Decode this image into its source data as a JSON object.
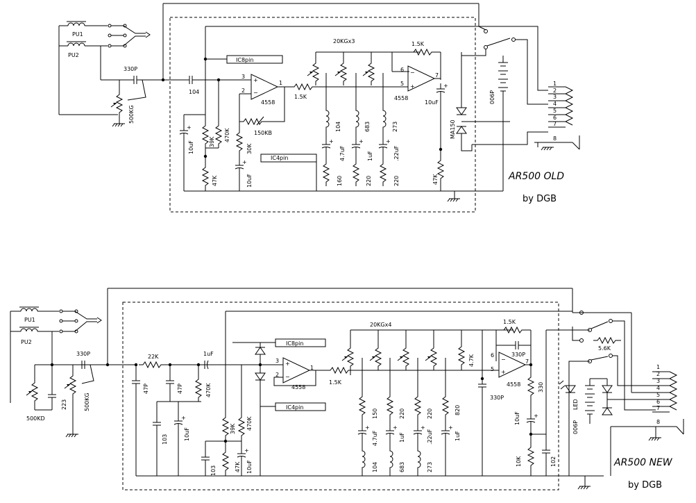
{
  "old": {
    "title": "AR500 OLD",
    "author": "by DGB",
    "pickups": [
      "PU1",
      "PU2"
    ],
    "labels": {
      "c_in": "330P",
      "pot_vol": "500KG",
      "c_cpl": "104",
      "ic8": "IC8pin",
      "ic4": "IC4pin",
      "opamp1": "4558",
      "opamp2": "4558",
      "r_bias1": "39K",
      "r_bias2": "470K",
      "r_gnd": "47K",
      "c_bias": "10uF",
      "r_fb": "30K",
      "pot_gain": "150KB",
      "c_fb": "10uF",
      "r_ser": "1.5K",
      "pots": "20KGx3",
      "r_top": "1.5K",
      "c_out": "10uF",
      "r_out": "47K",
      "diode": "MA150",
      "battery": "006P",
      "ind": [
        "104",
        "683",
        "273"
      ],
      "cap": [
        "4.7uF",
        "1uF",
        ".22uF"
      ],
      "res": [
        "160",
        "220",
        "220"
      ],
      "pin_in_p": "3",
      "pin_in_n": "2",
      "pin_out1": "1",
      "pin6": "6",
      "pin5": "5",
      "pin7": "7",
      "jack": [
        "1",
        "2",
        "3",
        "4",
        "5",
        "6",
        "7",
        "8"
      ]
    }
  },
  "new": {
    "title": "AR500 NEW",
    "author": "by DGB",
    "pickups": [
      "PU1",
      "PU2"
    ],
    "labels": {
      "pot_d": "500KD",
      "c_tone": "223",
      "c_in": "330P",
      "pot_vol": "500KG",
      "r_22k": "22K",
      "c_47p_a": "47P",
      "c_47p_b": "47P",
      "c_1uf": "1uF",
      "r_470k": "470K",
      "ic8": "IC8pin",
      "ic4": "IC4pin",
      "opamp1": "4558",
      "opamp2": "4558",
      "c_103a": "103",
      "c_10uf_a": "10uF",
      "c_103b": "103",
      "r_39k": "39K",
      "r_470k_b": "470K",
      "r_47k": "47K",
      "c_10uf_b": "10uF",
      "r_ser": "1.5K",
      "pots": "20KGx4",
      "r_47k_b": "4.7K",
      "r_top": "1.5K",
      "c_330p": "330P",
      "c_330p_b": "330P",
      "r_330": "330",
      "c_out": "10uF",
      "r_10k": "10K",
      "c_102": "102",
      "r_5k6": "5.6K",
      "led": "LED",
      "battery": "006P",
      "res": [
        "150",
        "220",
        "220",
        "820"
      ],
      "cap": [
        "4.7uF",
        "1uF",
        ".22uF",
        "1uF"
      ],
      "ind": [
        "104",
        "683",
        "273"
      ],
      "pin_in_p": "3",
      "pin_in_n": "2",
      "pin_out1": "1",
      "pin6": "6",
      "pin5": "5",
      "pin7": "7",
      "jack": [
        "1",
        "2",
        "3",
        "4",
        "5",
        "6",
        "7",
        "8"
      ]
    }
  }
}
